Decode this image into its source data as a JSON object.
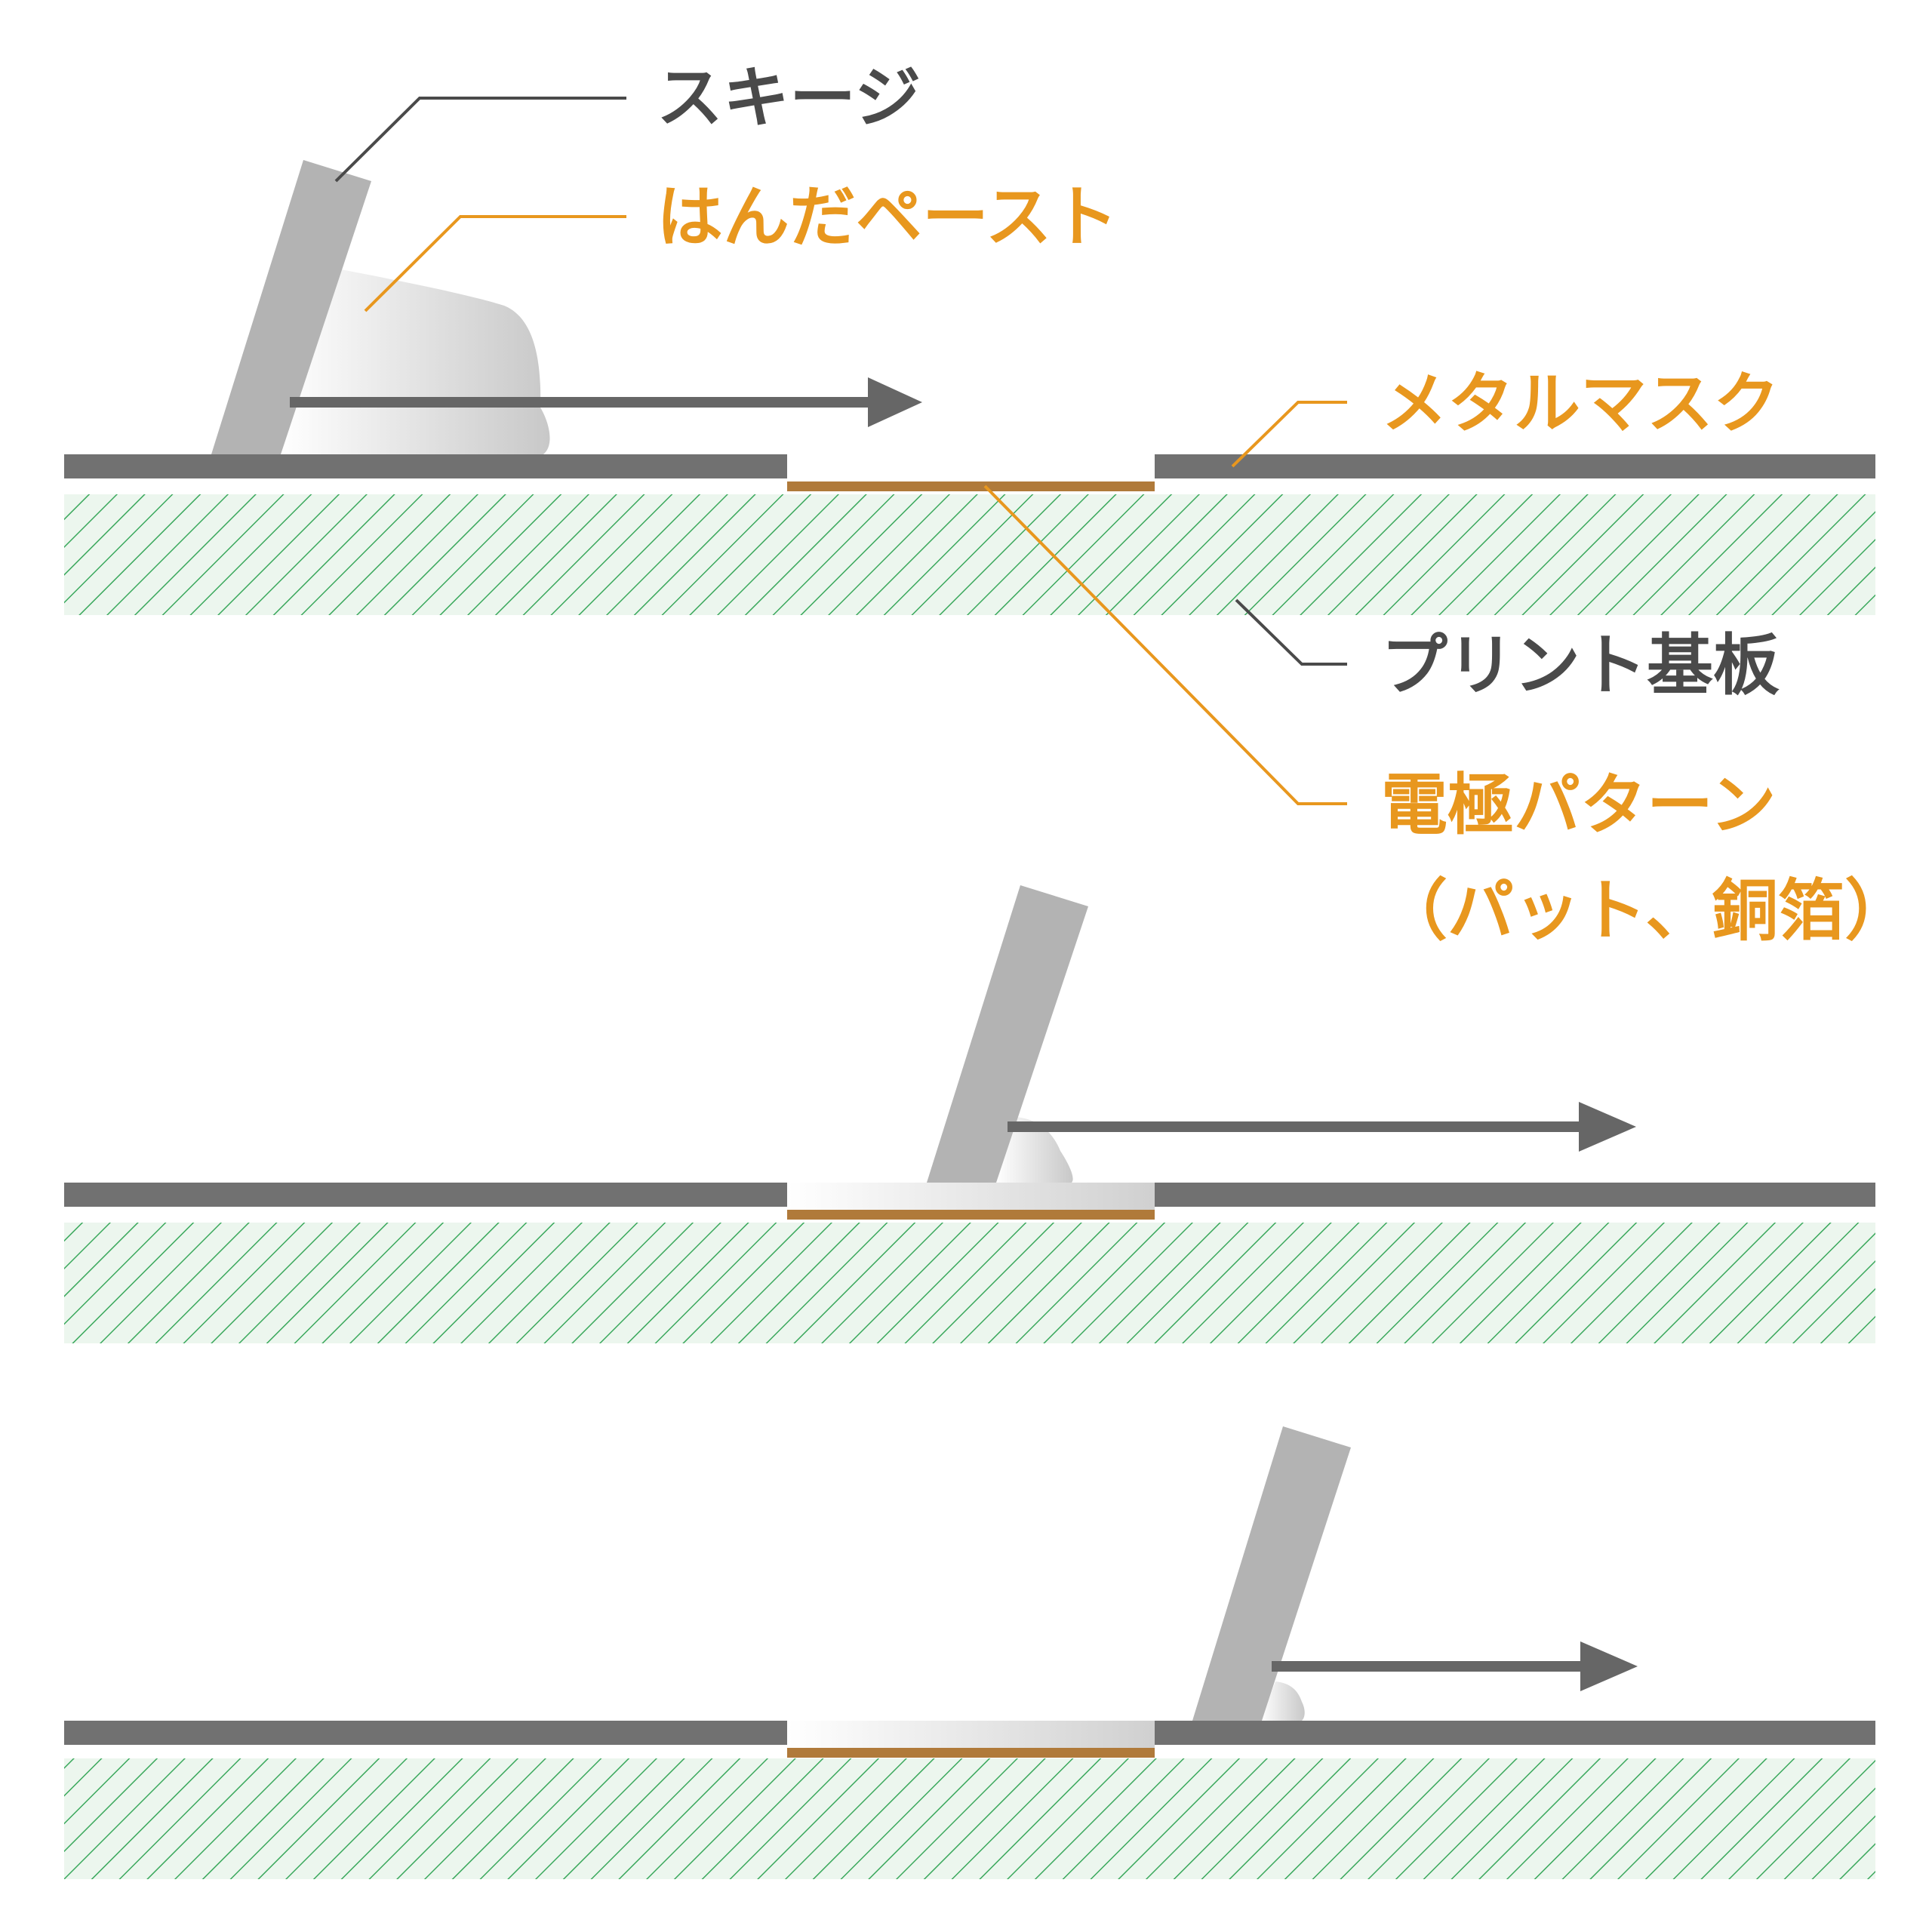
{
  "labels": {
    "squeegee": "スキージ",
    "solder_paste": "はんだペースト",
    "metal_mask": "メタルマスク",
    "pcb": "プリント基板",
    "electrode_line1": "電極パターン",
    "electrode_line2": "（パット、銅箔）"
  },
  "colors": {
    "label_dark": "#4a4a4a",
    "label_orange": "#e8971e",
    "mask": "#717171",
    "squeegee": "#b3b3b3",
    "arrow": "#666666",
    "pad": "#b07a3a",
    "substrate_fill": "#ecf6ee",
    "substrate_hatch": "#3aa85c",
    "paste": "#d9d9d9"
  },
  "stages": [
    {
      "step": 1,
      "paste_on_pad": false
    },
    {
      "step": 2,
      "paste_on_pad": true
    },
    {
      "step": 3,
      "paste_on_pad": true
    }
  ]
}
